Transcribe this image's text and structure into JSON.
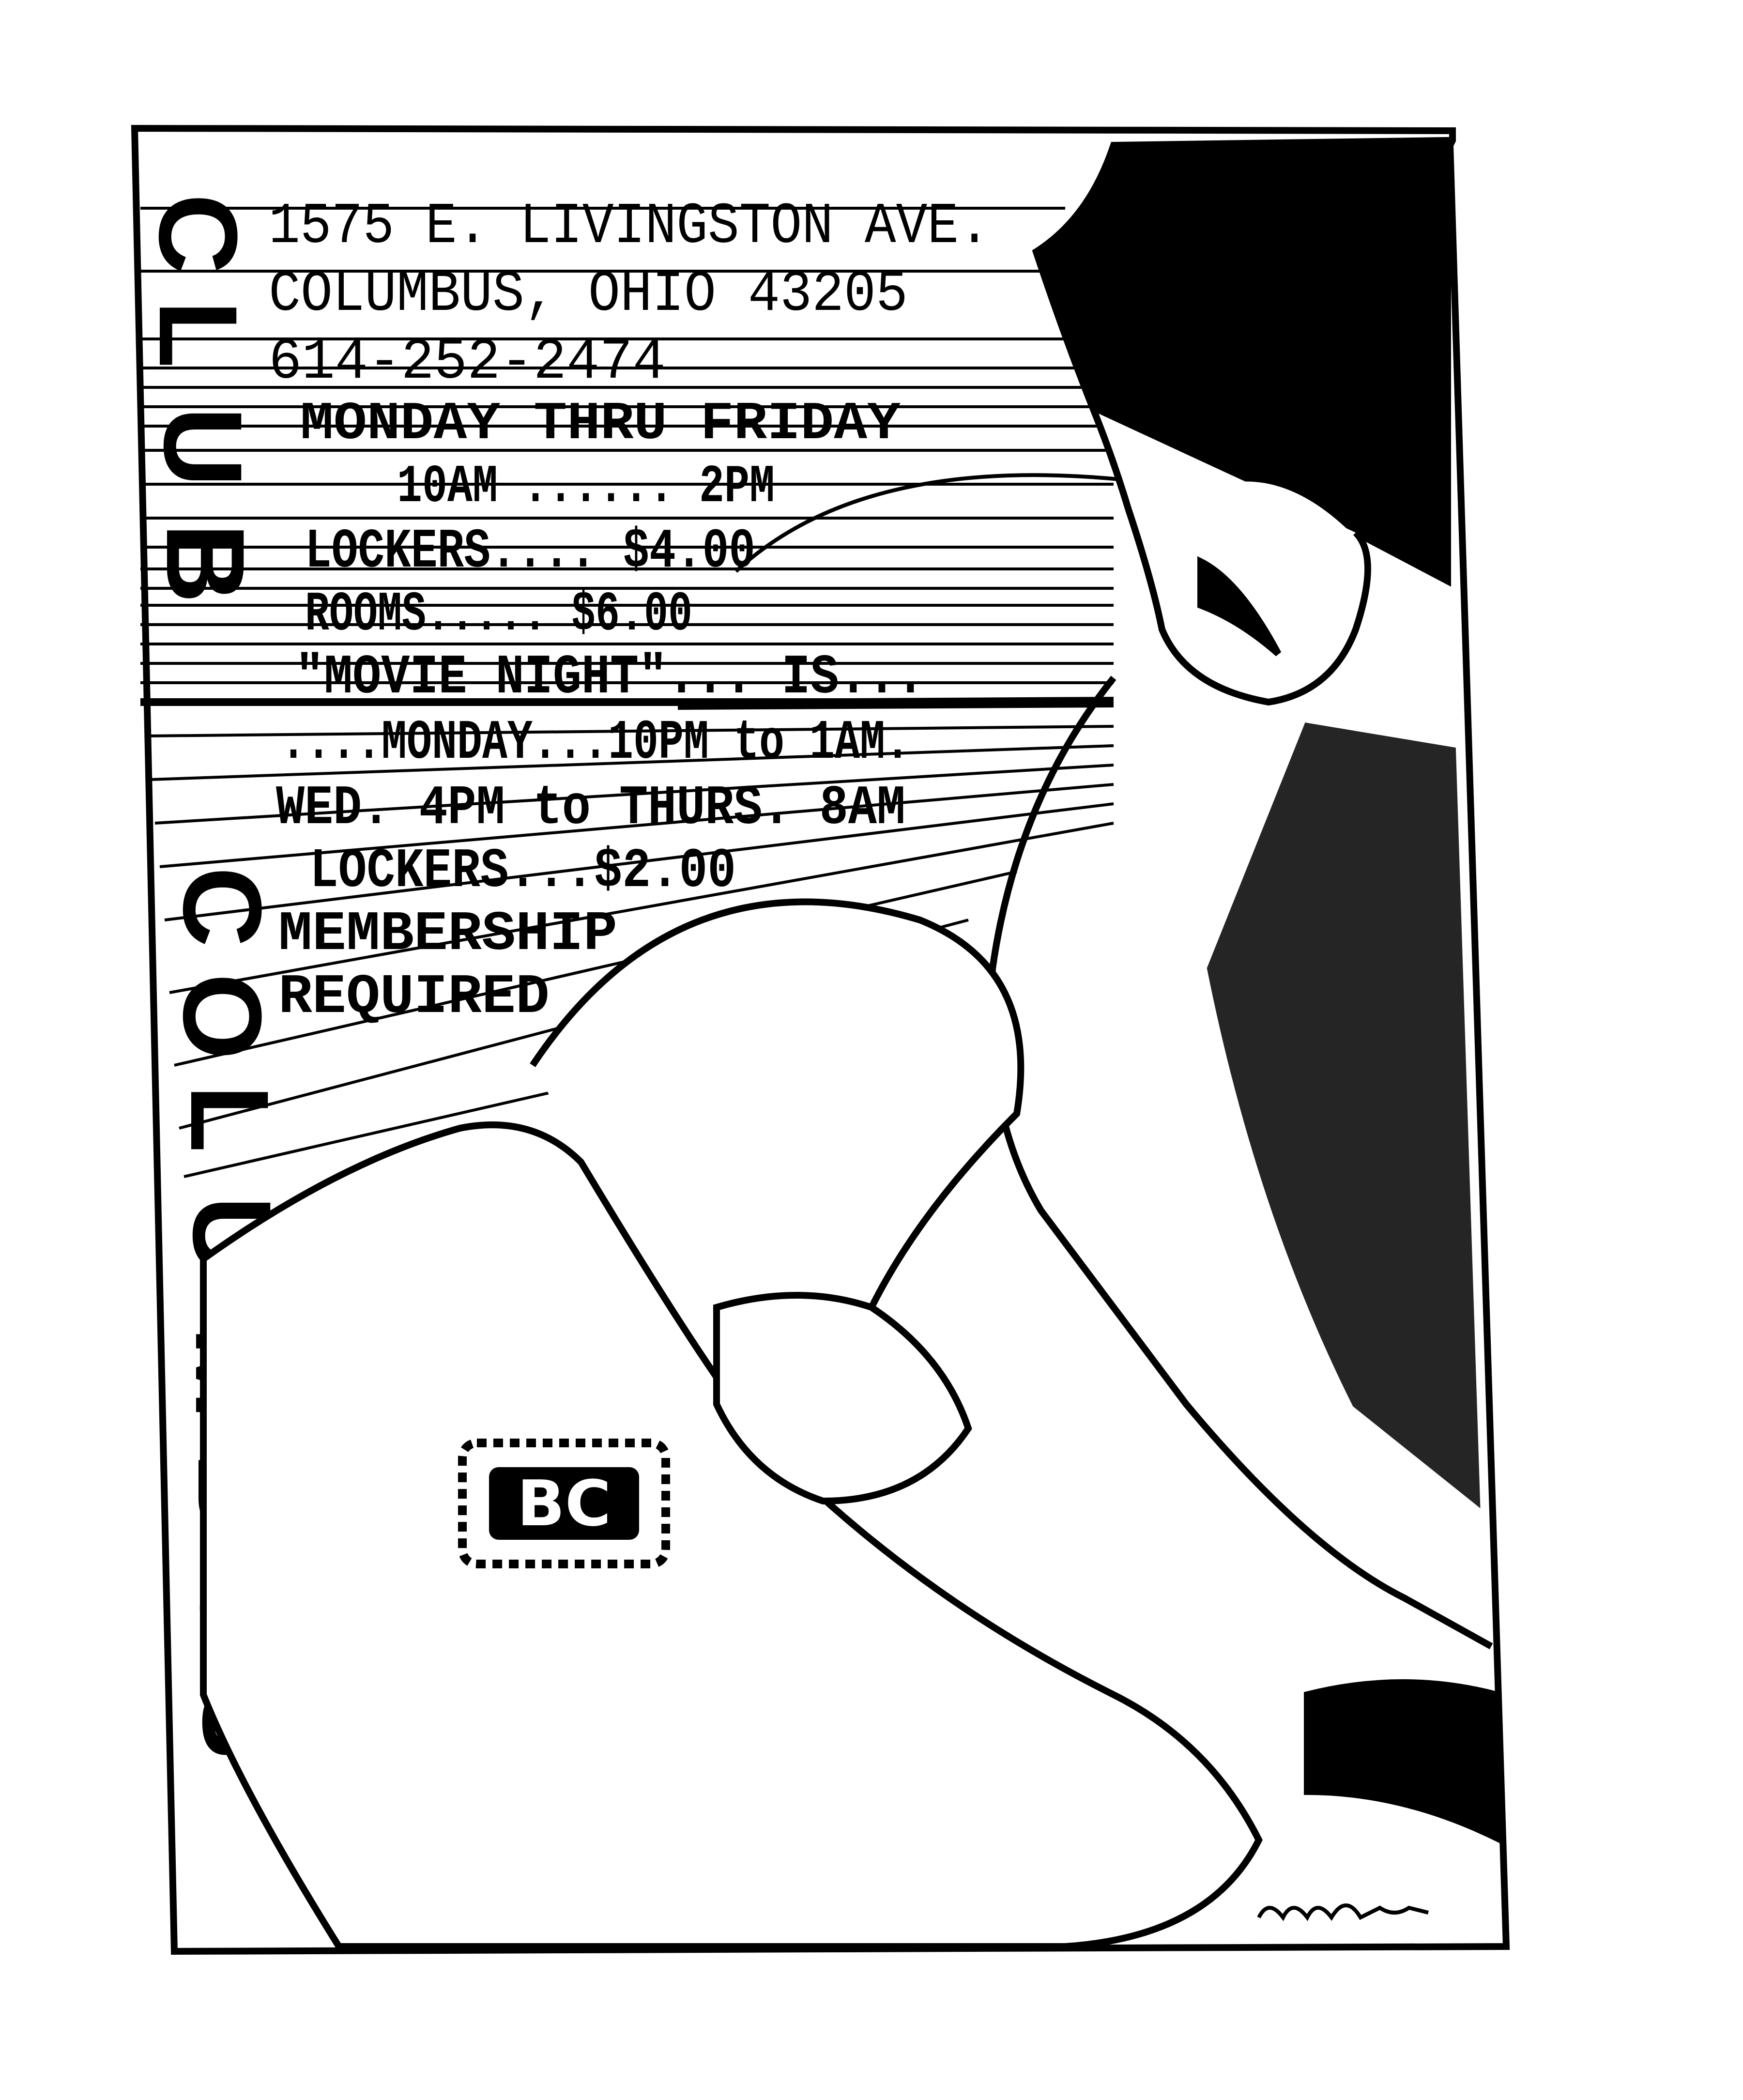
{
  "poster": {
    "vertical_title": "CLUB COLUMBUS",
    "vertical_letters": [
      "C",
      "L",
      "U",
      "B",
      "C",
      "O",
      "L",
      "U",
      "M",
      "B",
      "U",
      "S"
    ],
    "address_line1": "1575 E. LIVINGSTON AVE.",
    "address_line2": "COLUMBUS, OHIO 43205",
    "phone": "614-252-2474",
    "days": "MONDAY THRU FRIDAY",
    "hours": "10AM ...... 2PM",
    "lockers_price": "LOCKERS.... $4.00",
    "rooms_price": "ROOMS..... $6.00",
    "movie_night": "\"MOVIE NIGHT\"... IS...",
    "movie_time": "....MONDAY...10PM to 1AM.",
    "special_time": "WED. 4PM to THURS. 8AM",
    "special_lockers": "LOCKERS...$2.00",
    "membership": "MEMBERSHIP",
    "required": "REQUIRED",
    "shirt_logo": "BC",
    "artist_signature": "signature"
  },
  "colors": {
    "ink": "#000000",
    "paper": "#ffffff"
  }
}
